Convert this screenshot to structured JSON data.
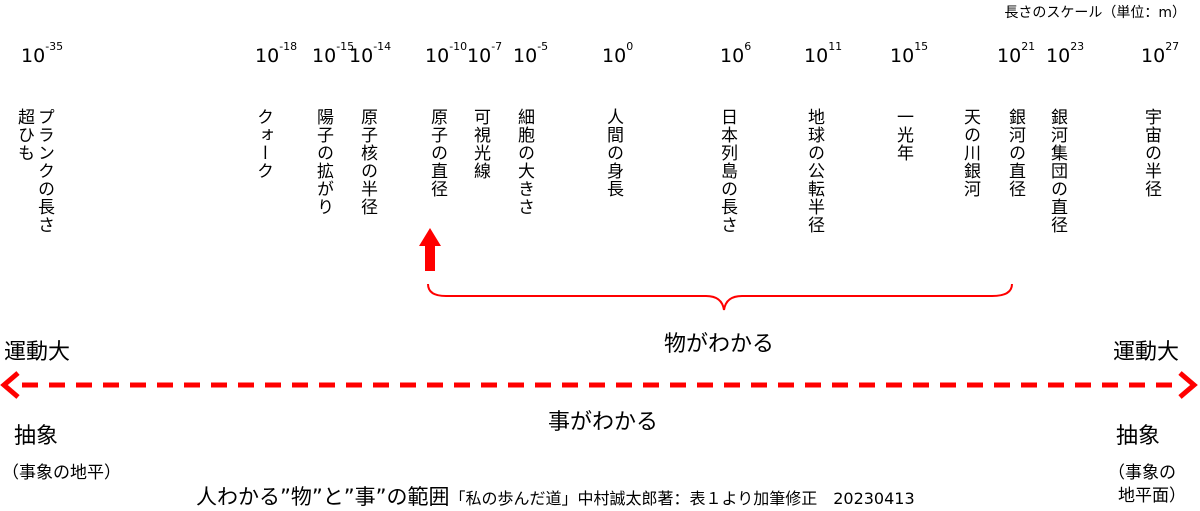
{
  "scale_caption": "長さのスケール（単位：m）",
  "scale_marks": [
    {
      "exponent": "-35",
      "labels": [
        "プランクの長さ",
        "超ひも"
      ]
    },
    {
      "exponent": "-18",
      "labels": [
        "クォーク"
      ]
    },
    {
      "exponent": "-15",
      "labels": [
        "陽子の拡がり"
      ]
    },
    {
      "exponent": "-14",
      "labels": [
        "原子核の半径"
      ]
    },
    {
      "exponent": "-10",
      "labels": [
        "原子の直径"
      ]
    },
    {
      "exponent": "-7",
      "labels": [
        "可視光線"
      ]
    },
    {
      "exponent": "-5",
      "labels": [
        "細胞の大きさ"
      ]
    },
    {
      "exponent": "0",
      "labels": [
        "人間の身長"
      ]
    },
    {
      "exponent": "6",
      "labels": [
        "日本列島の長さ"
      ]
    },
    {
      "exponent": "11",
      "labels": [
        "地球の公転半径"
      ]
    },
    {
      "exponent": "15",
      "labels": [
        "一光年"
      ]
    },
    {
      "exponent": "21",
      "labels": [
        "銀河の直径",
        "天の川銀河"
      ]
    },
    {
      "exponent": "23",
      "labels": [
        "銀河集団の直径"
      ]
    },
    {
      "exponent": "27",
      "labels": [
        "宇宙の半径"
      ]
    }
  ],
  "base": "10",
  "mono_label": "物がわかる",
  "koto_label": "事がわかる",
  "left": {
    "motion": "運動大",
    "abstract": "抽象",
    "horizon": "（事象の地平）"
  },
  "right": {
    "motion": "運動大",
    "abstract": "抽象",
    "horizon_line1": "（事象の",
    "horizon_line2": "地平面）"
  },
  "title": "人わかる”物”と”事”の範囲",
  "source": "「私の歩んだ道」中村誠太郎著：表１より加筆修正　20230413",
  "colors": {
    "accent": "#ff0000"
  }
}
